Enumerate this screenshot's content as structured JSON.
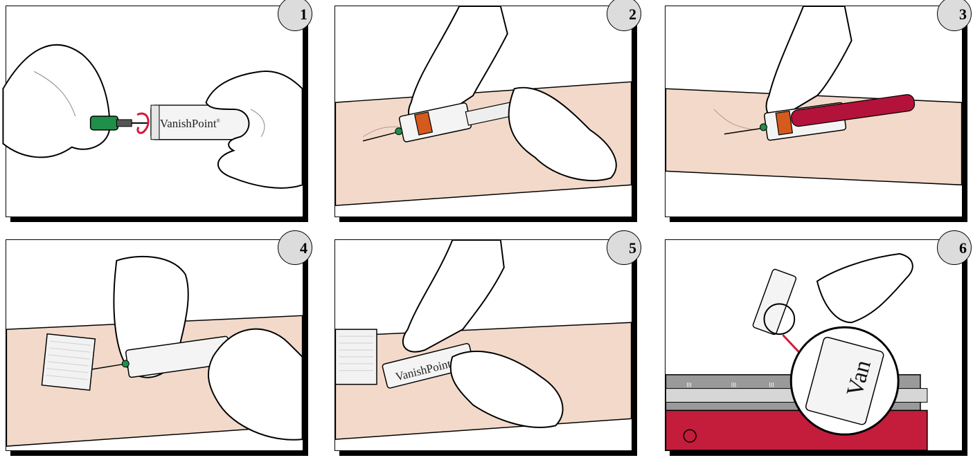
{
  "brand": {
    "name": "VanishPoint",
    "mark": "®"
  },
  "steps": [
    {
      "number": "1"
    },
    {
      "number": "2"
    },
    {
      "number": "3"
    },
    {
      "number": "4"
    },
    {
      "number": "5"
    },
    {
      "number": "6"
    }
  ],
  "zoom_text": "Van",
  "container_marks": "III",
  "colors": {
    "skin": "#f2d9c9",
    "glove": "#ffffff",
    "needle_hub": "#1f8f4a",
    "tube_cap": "#d45a1e",
    "blood": "#b3123a",
    "sharps_container": "#c41c3b",
    "arrow": "#d11a3a",
    "badge": "#dcdcdc"
  }
}
